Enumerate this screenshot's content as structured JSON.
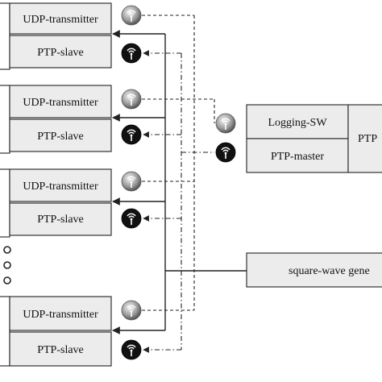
{
  "nodes": {
    "node1": {
      "transmitter": "UDP-transmitter",
      "slave": "PTP-slave"
    },
    "node2": {
      "transmitter": "UDP-transmitter",
      "slave": "PTP-slave"
    },
    "node3": {
      "transmitter": "UDP-transmitter",
      "slave": "PTP-slave"
    },
    "node4": {
      "transmitter": "UDP-transmitter",
      "slave": "PTP-slave"
    }
  },
  "logger": {
    "logging": "Logging-SW",
    "master": "PTP-master",
    "side": "PTP"
  },
  "generator": {
    "label": "square-wave gene"
  },
  "icons": {
    "wireless_grey": "antenna-icon",
    "wireless_black": "antenna-black-icon"
  },
  "colors": {
    "box_fill": "#ececec",
    "stroke": "#333333"
  }
}
